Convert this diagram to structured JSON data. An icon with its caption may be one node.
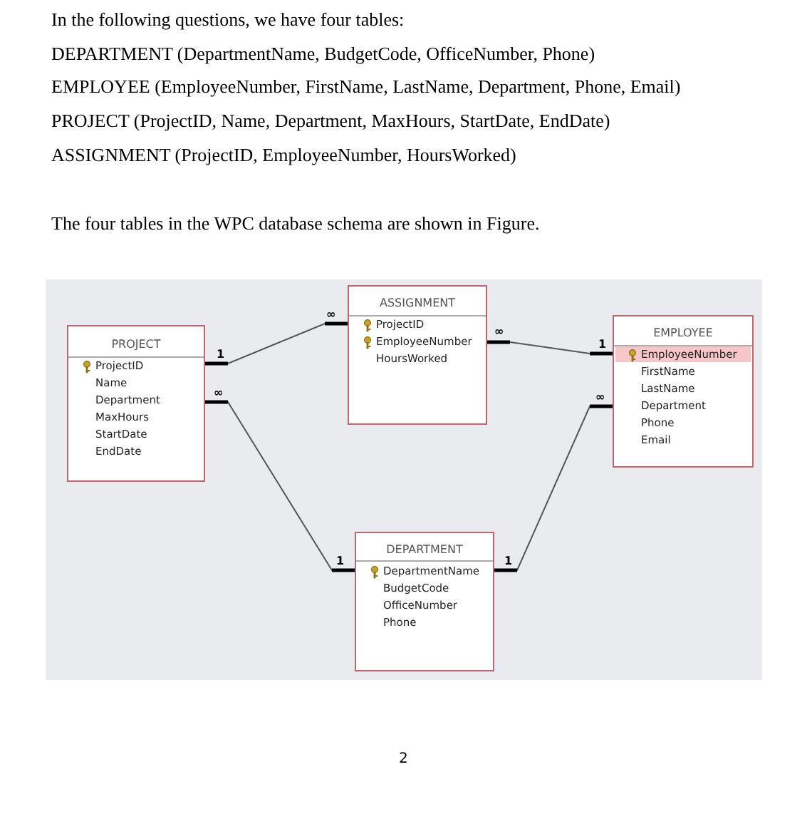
{
  "diagram": {
    "nodes": [
      {
        "text": [
          "PROJECT",
          "ProjectID",
          "Name",
          "Department",
          "MaxHours",
          "StartDate",
          "EndDate"
        ]
      },
      {
        "text": [
          "ASSIGNMENT",
          "ProjectID",
          "EmployeeNumber",
          "HoursWorked"
        ]
      },
      {
        "text": [
          "EMPLOYEE",
          "EmployeeNumber",
          "FirstName",
          "LastName",
          "Department",
          "Phone",
          "Email"
        ]
      },
      {
        "text": [
          "DEPARTMENT",
          "DepartmentName",
          "BudgetCode",
          "OfficeNumber",
          "Phone"
        ]
      }
    ],
    "edges": [
      {
        "from": 0,
        "to": 1,
        "arrow": "other"
      },
      {
        "from": 1,
        "to": 2,
        "arrow": "other"
      },
      {
        "from": 0,
        "to": 3,
        "arrow": "other"
      },
      {
        "from": 2,
        "to": 3,
        "arrow": "other"
      }
    ],
    "labels": [
      "In the following questions, we have four tables:",
      "DEPARTMENT (DepartmentName, BudgetCode, OfficeNumber, Phone)",
      "EMPLOYEE (EmployeeNumber, FirstName, LastName, Department, Phone, Email)",
      "PROJECT (ProjectID, Name, Department, MaxHours, StartDate, EndDate)",
      "ASSIGNMENT (ProjectID, EmployeeNumber, HoursWorked)",
      "The four tables in the WPC database schema are shown in Figure.",
      "∞",
      "∞",
      "1",
      "1",
      "∞",
      "∞",
      "1",
      "1",
      "2"
    ]
  }
}
